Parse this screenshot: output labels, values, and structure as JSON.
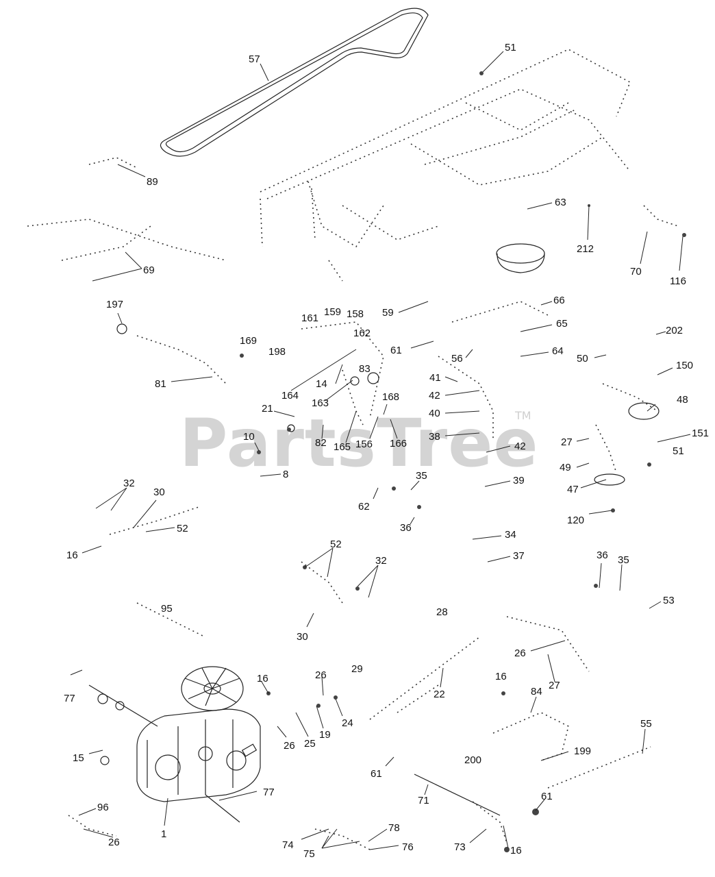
{
  "watermark": {
    "brand": "PartsTree",
    "trademark": "TM"
  },
  "callouts": [
    "57",
    "51",
    "89",
    "63",
    "212",
    "70",
    "116",
    "69",
    "197",
    "161",
    "159",
    "158",
    "59",
    "66",
    "65",
    "202",
    "169",
    "198",
    "162",
    "61",
    "64",
    "50",
    "150",
    "56",
    "81",
    "164",
    "14",
    "83",
    "41",
    "42",
    "168",
    "48",
    "163",
    "40",
    "21",
    "38",
    "27",
    "151",
    "10",
    "82",
    "165",
    "156",
    "166",
    "42",
    "51",
    "8",
    "49",
    "47",
    "35",
    "32",
    "30",
    "62",
    "39",
    "52",
    "36",
    "120",
    "16",
    "34",
    "52",
    "37",
    "36",
    "35",
    "32",
    "53",
    "28",
    "95",
    "30",
    "26",
    "27",
    "16",
    "29",
    "26",
    "16",
    "77",
    "22",
    "84",
    "24",
    "19",
    "26",
    "25",
    "55",
    "15",
    "199",
    "200",
    "61",
    "77",
    "71",
    "61",
    "96",
    "1",
    "26",
    "78",
    "74",
    "76",
    "75",
    "73",
    "16"
  ]
}
